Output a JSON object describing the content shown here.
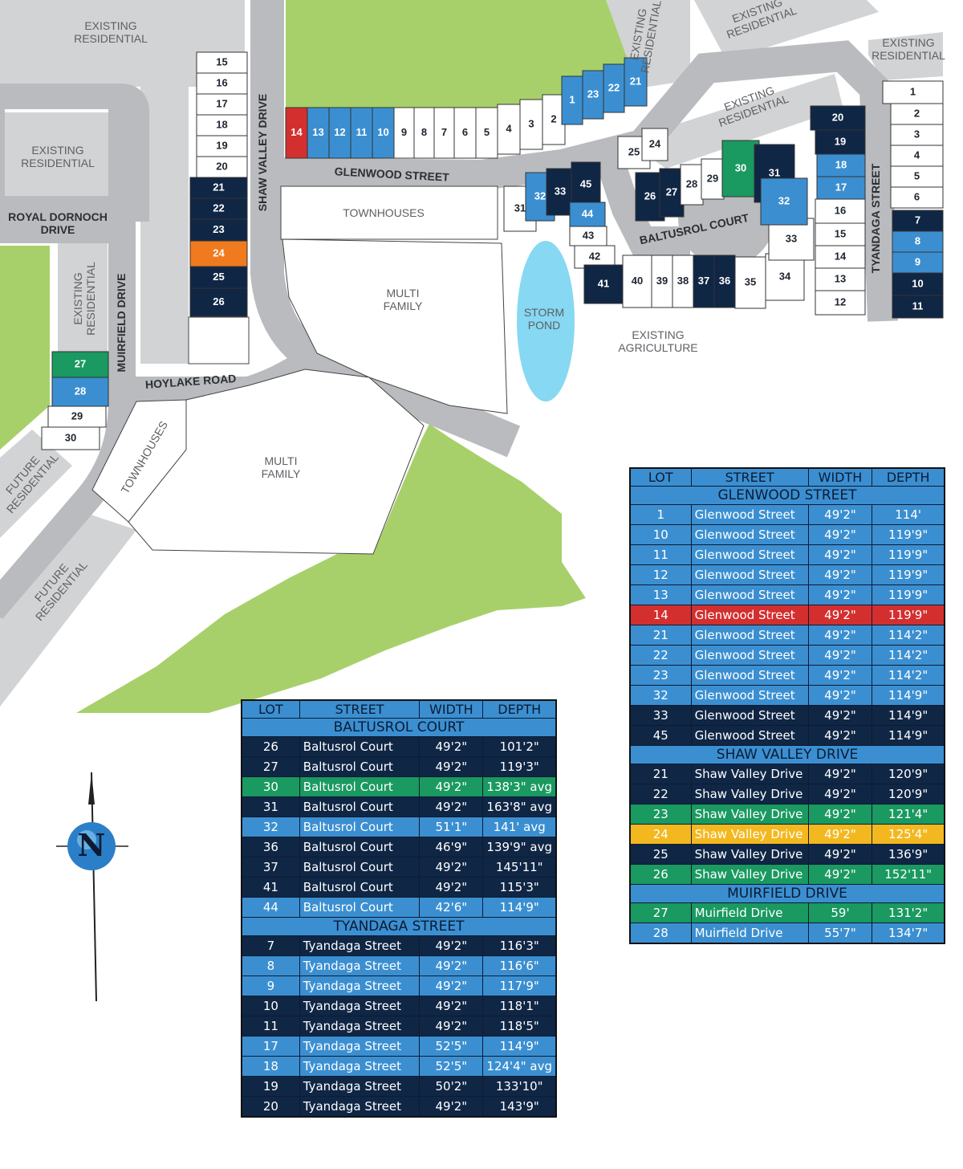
{
  "map": {
    "area_labels": [
      {
        "name": "existing-residential-label",
        "text": "EXISTING\nRESIDENTIAL"
      },
      {
        "name": "existing-residential-label",
        "text": "EXISTING\nRESIDENTIAL"
      },
      {
        "name": "existing-residential-label",
        "text": "EXISTING\nRESIDENTIAL"
      },
      {
        "name": "existing-residential-label",
        "text": "EXISTING\nRESIDENTIAL"
      },
      {
        "name": "existing-residential-label",
        "text": "EXISTING\nRESIDENTIAL"
      },
      {
        "name": "existing-residential-label",
        "text": "EXISTING\nRESIDENTIAL"
      },
      {
        "name": "existing-residential-label",
        "text": "EXISTING\nRESIDENTIAL"
      },
      {
        "name": "townhouses-label",
        "text": "TOWNHOUSES"
      },
      {
        "name": "townhouses-label",
        "text": "TOWNHOUSES"
      },
      {
        "name": "multi-family-label",
        "text": "MULTI\nFAMILY"
      },
      {
        "name": "multi-family-label",
        "text": "MULTI\nFAMILY"
      },
      {
        "name": "storm-pond-label",
        "text": "STORM\nPOND"
      },
      {
        "name": "existing-agriculture-label",
        "text": "EXISTING\nAGRICULTURE"
      },
      {
        "name": "future-residential-label",
        "text": "FUTURE\nRESIDENTIAL"
      },
      {
        "name": "future-residential-label",
        "text": "FUTURE\nRESIDENTIAL"
      }
    ],
    "street_labels": [
      {
        "name": "street-label-glenwood",
        "text": "GLENWOOD STREET"
      },
      {
        "name": "street-label-shaw-valley",
        "text": "SHAW VALLEY DRIVE"
      },
      {
        "name": "street-label-royal-dornoch",
        "text": "ROYAL DORNOCH\nDRIVE"
      },
      {
        "name": "street-label-muirfield",
        "text": "MUIRFIELD DRIVE"
      },
      {
        "name": "street-label-hoylake",
        "text": "HOYLAKE ROAD"
      },
      {
        "name": "street-label-baltusrol",
        "text": "BALTUSROL COURT"
      },
      {
        "name": "street-label-tyandaga",
        "text": "TYANDAGA STREET"
      }
    ],
    "colors": {
      "navy": "#102645",
      "blue": "#3b8fd1",
      "red": "#d32f2f",
      "orange": "#f07a1e",
      "green": "#1a9960",
      "white": "#ffffff"
    },
    "lots": [
      {
        "n": "15",
        "c": "white"
      },
      {
        "n": "16",
        "c": "white"
      },
      {
        "n": "17",
        "c": "white"
      },
      {
        "n": "18",
        "c": "white"
      },
      {
        "n": "19",
        "c": "white"
      },
      {
        "n": "20",
        "c": "white"
      },
      {
        "n": "21",
        "c": "navy"
      },
      {
        "n": "22",
        "c": "navy"
      },
      {
        "n": "23",
        "c": "navy"
      },
      {
        "n": "24",
        "c": "orange"
      },
      {
        "n": "25",
        "c": "navy"
      },
      {
        "n": "26",
        "c": "navy"
      },
      {
        "n": "14",
        "c": "red"
      },
      {
        "n": "13",
        "c": "blue"
      },
      {
        "n": "12",
        "c": "blue"
      },
      {
        "n": "11",
        "c": "blue"
      },
      {
        "n": "10",
        "c": "blue"
      },
      {
        "n": "9",
        "c": "white"
      },
      {
        "n": "8",
        "c": "white"
      },
      {
        "n": "7",
        "c": "white"
      },
      {
        "n": "6",
        "c": "white"
      },
      {
        "n": "5",
        "c": "white"
      },
      {
        "n": "4",
        "c": "white"
      },
      {
        "n": "3",
        "c": "white"
      },
      {
        "n": "2",
        "c": "white"
      },
      {
        "n": "1",
        "c": "blue"
      },
      {
        "n": "23",
        "c": "blue"
      },
      {
        "n": "22",
        "c": "blue"
      },
      {
        "n": "21",
        "c": "blue"
      },
      {
        "n": "27",
        "c": "green"
      },
      {
        "n": "28",
        "c": "blue"
      },
      {
        "n": "29",
        "c": "white"
      },
      {
        "n": "30",
        "c": "white"
      },
      {
        "n": "31",
        "c": "white"
      },
      {
        "n": "32",
        "c": "blue"
      },
      {
        "n": "33",
        "c": "navy"
      },
      {
        "n": "45",
        "c": "navy"
      },
      {
        "n": "44",
        "c": "blue"
      },
      {
        "n": "43",
        "c": "white"
      },
      {
        "n": "42",
        "c": "white"
      },
      {
        "n": "41",
        "c": "navy"
      },
      {
        "n": "40",
        "c": "white"
      },
      {
        "n": "39",
        "c": "white"
      },
      {
        "n": "38",
        "c": "white"
      },
      {
        "n": "37",
        "c": "navy"
      },
      {
        "n": "36",
        "c": "navy"
      },
      {
        "n": "35",
        "c": "white"
      },
      {
        "n": "34",
        "c": "white"
      },
      {
        "n": "33",
        "c": "white"
      },
      {
        "n": "25",
        "c": "white"
      },
      {
        "n": "24",
        "c": "white"
      },
      {
        "n": "26",
        "c": "navy"
      },
      {
        "n": "27",
        "c": "navy"
      },
      {
        "n": "28",
        "c": "white"
      },
      {
        "n": "29",
        "c": "white"
      },
      {
        "n": "30",
        "c": "green"
      },
      {
        "n": "31",
        "c": "navy"
      },
      {
        "n": "32",
        "c": "blue"
      },
      {
        "n": "20",
        "c": "navy"
      },
      {
        "n": "19",
        "c": "navy"
      },
      {
        "n": "18",
        "c": "blue"
      },
      {
        "n": "17",
        "c": "blue"
      },
      {
        "n": "16",
        "c": "white"
      },
      {
        "n": "15",
        "c": "white"
      },
      {
        "n": "14",
        "c": "white"
      },
      {
        "n": "13",
        "c": "white"
      },
      {
        "n": "12",
        "c": "white"
      },
      {
        "n": "1",
        "c": "white"
      },
      {
        "n": "2",
        "c": "white"
      },
      {
        "n": "3",
        "c": "white"
      },
      {
        "n": "4",
        "c": "white"
      },
      {
        "n": "5",
        "c": "white"
      },
      {
        "n": "6",
        "c": "white"
      },
      {
        "n": "7",
        "c": "navy"
      },
      {
        "n": "8",
        "c": "blue"
      },
      {
        "n": "9",
        "c": "blue"
      },
      {
        "n": "10",
        "c": "navy"
      },
      {
        "n": "11",
        "c": "navy"
      }
    ],
    "compass_letter": "N"
  },
  "table_left": {
    "headers": [
      "LOT",
      "STREET",
      "WIDTH",
      "DEPTH"
    ],
    "sections": [
      {
        "title": "BALTUSROL COURT",
        "rows": [
          {
            "lot": "26",
            "street": "Baltusrol Court",
            "width": "49'2\"",
            "depth": "101'2\"",
            "color": "navy"
          },
          {
            "lot": "27",
            "street": "Baltusrol Court",
            "width": "49'2\"",
            "depth": "119'3\"",
            "color": "navy"
          },
          {
            "lot": "30",
            "street": "Baltusrol Court",
            "width": "49'2\"",
            "depth": "138'3\" avg",
            "color": "green"
          },
          {
            "lot": "31",
            "street": "Baltusrol Court",
            "width": "49'2\"",
            "depth": "163'8\" avg",
            "color": "navy"
          },
          {
            "lot": "32",
            "street": "Baltusrol Court",
            "width": "51'1\"",
            "depth": "141' avg",
            "color": "blue"
          },
          {
            "lot": "36",
            "street": "Baltusrol Court",
            "width": "46'9\"",
            "depth": "139'9\" avg",
            "color": "navy"
          },
          {
            "lot": "37",
            "street": "Baltusrol Court",
            "width": "49'2\"",
            "depth": "145'11\"",
            "color": "navy"
          },
          {
            "lot": "41",
            "street": "Baltusrol Court",
            "width": "49'2\"",
            "depth": "115'3\"",
            "color": "navy"
          },
          {
            "lot": "44",
            "street": "Baltusrol Court",
            "width": "42'6\"",
            "depth": "114'9\"",
            "color": "blue"
          }
        ]
      },
      {
        "title": "TYANDAGA STREET",
        "rows": [
          {
            "lot": "7",
            "street": "Tyandaga Street",
            "width": "49'2\"",
            "depth": "116'3\"",
            "color": "navy"
          },
          {
            "lot": "8",
            "street": "Tyandaga Street",
            "width": "49'2\"",
            "depth": "116'6\"",
            "color": "blue"
          },
          {
            "lot": "9",
            "street": "Tyandaga Street",
            "width": "49'2\"",
            "depth": "117'9\"",
            "color": "blue"
          },
          {
            "lot": "10",
            "street": "Tyandaga Street",
            "width": "49'2\"",
            "depth": "118'1\"",
            "color": "navy"
          },
          {
            "lot": "11",
            "street": "Tyandaga Street",
            "width": "49'2\"",
            "depth": "118'5\"",
            "color": "navy"
          },
          {
            "lot": "17",
            "street": "Tyandaga Street",
            "width": "52'5\"",
            "depth": "114'9\"",
            "color": "blue"
          },
          {
            "lot": "18",
            "street": "Tyandaga Street",
            "width": "52'5\"",
            "depth": "124'4\" avg",
            "color": "blue"
          },
          {
            "lot": "19",
            "street": "Tyandaga Street",
            "width": "50'2\"",
            "depth": "133'10\"",
            "color": "navy"
          },
          {
            "lot": "20",
            "street": "Tyandaga Street",
            "width": "49'2\"",
            "depth": "143'9\"",
            "color": "navy"
          }
        ]
      }
    ]
  },
  "table_right": {
    "headers": [
      "LOT",
      "STREET",
      "WIDTH",
      "DEPTH"
    ],
    "sections": [
      {
        "title": "GLENWOOD STREET",
        "rows": [
          {
            "lot": "1",
            "street": "Glenwood Street",
            "width": "49'2\"",
            "depth": "114'",
            "color": "blue"
          },
          {
            "lot": "10",
            "street": "Glenwood Street",
            "width": "49'2\"",
            "depth": "119'9\"",
            "color": "blue"
          },
          {
            "lot": "11",
            "street": "Glenwood Street",
            "width": "49'2\"",
            "depth": "119'9\"",
            "color": "blue"
          },
          {
            "lot": "12",
            "street": "Glenwood Street",
            "width": "49'2\"",
            "depth": "119'9\"",
            "color": "blue"
          },
          {
            "lot": "13",
            "street": "Glenwood Street",
            "width": "49'2\"",
            "depth": "119'9\"",
            "color": "blue"
          },
          {
            "lot": "14",
            "street": "Glenwood Street",
            "width": "49'2\"",
            "depth": "119'9\"",
            "color": "red"
          },
          {
            "lot": "21",
            "street": "Glenwood Street",
            "width": "49'2\"",
            "depth": "114'2\"",
            "color": "blue"
          },
          {
            "lot": "22",
            "street": "Glenwood Street",
            "width": "49'2\"",
            "depth": "114'2\"",
            "color": "blue"
          },
          {
            "lot": "23",
            "street": "Glenwood Street",
            "width": "49'2\"",
            "depth": "114'2\"",
            "color": "blue"
          },
          {
            "lot": "32",
            "street": "Glenwood Street",
            "width": "49'2\"",
            "depth": "114'9\"",
            "color": "blue"
          },
          {
            "lot": "33",
            "street": "Glenwood Street",
            "width": "49'2\"",
            "depth": "114'9\"",
            "color": "navy"
          },
          {
            "lot": "45",
            "street": "Glenwood Street",
            "width": "49'2\"",
            "depth": "114'9\"",
            "color": "navy"
          }
        ]
      },
      {
        "title": "SHAW VALLEY DRIVE",
        "rows": [
          {
            "lot": "21",
            "street": "Shaw Valley Drive",
            "width": "49'2\"",
            "depth": "120'9\"",
            "color": "navy"
          },
          {
            "lot": "22",
            "street": "Shaw Valley Drive",
            "width": "49'2\"",
            "depth": "120'9\"",
            "color": "navy"
          },
          {
            "lot": "23",
            "street": "Shaw Valley Drive",
            "width": "49'2\"",
            "depth": "121'4\"",
            "color": "green"
          },
          {
            "lot": "24",
            "street": "Shaw Valley Drive",
            "width": "49'2\"",
            "depth": "125'4\"",
            "color": "yellow"
          },
          {
            "lot": "25",
            "street": "Shaw Valley Drive",
            "width": "49'2\"",
            "depth": "136'9\"",
            "color": "navy"
          },
          {
            "lot": "26",
            "street": "Shaw Valley Drive",
            "width": "49'2\"",
            "depth": "152'11\"",
            "color": "green"
          }
        ]
      },
      {
        "title": "MUIRFIELD DRIVE",
        "rows": [
          {
            "lot": "27",
            "street": "Muirfield Drive",
            "width": "59'",
            "depth": "131'2\"",
            "color": "green"
          },
          {
            "lot": "28",
            "street": "Muirfield Drive",
            "width": "55'7\"",
            "depth": "134'7\"",
            "color": "blue"
          }
        ]
      }
    ]
  }
}
